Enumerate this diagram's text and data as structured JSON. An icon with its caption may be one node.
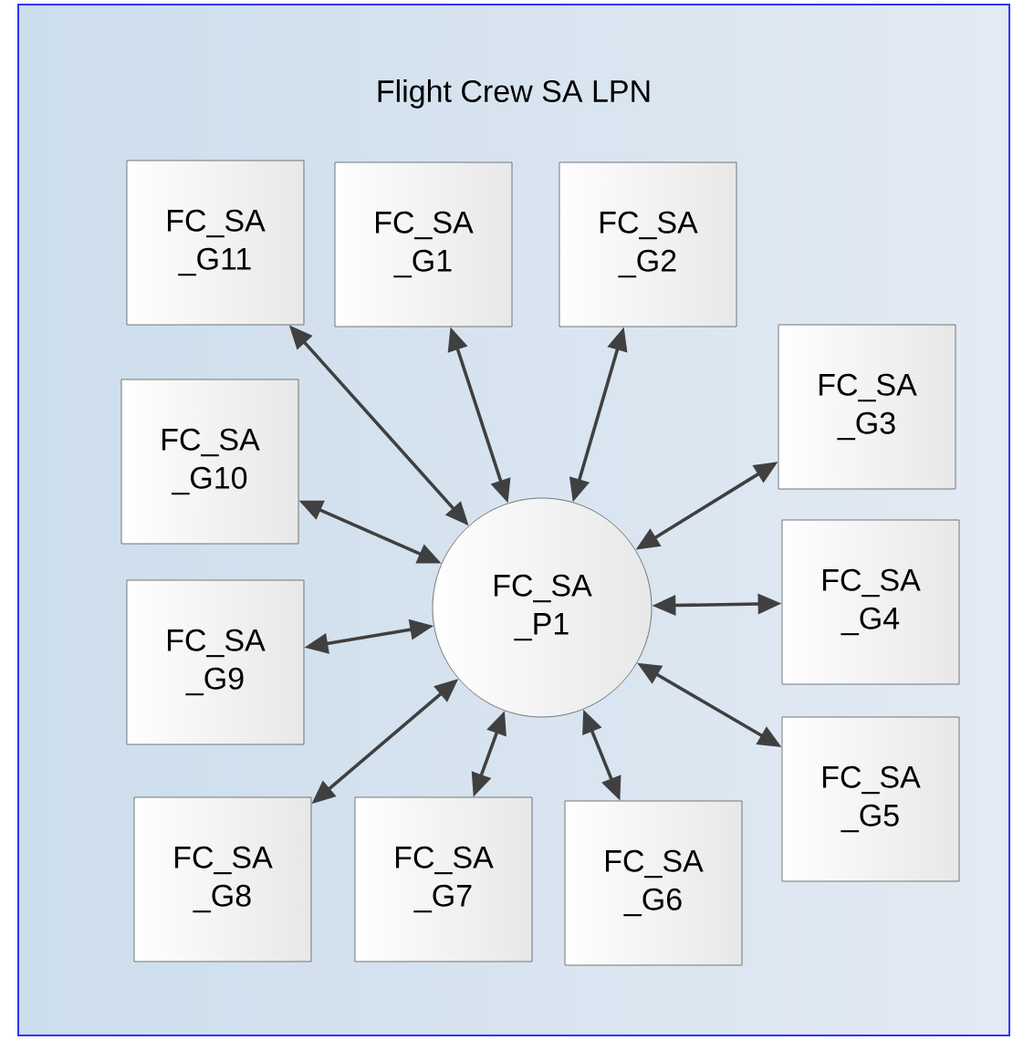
{
  "diagram": {
    "nodes": [
      {
        "text": [
          "Flight Crew SA LPN"
        ]
      },
      {
        "text": [
          "FC_SA _G11"
        ],
        "in": 0
      },
      {
        "text": [
          "FC_SA _G1"
        ],
        "in": 0
      },
      {
        "text": [
          "FC_SA _G2"
        ],
        "in": 0
      },
      {
        "text": [
          "FC_SA _G3"
        ],
        "in": 0
      },
      {
        "text": [
          "FC_SA _G10"
        ],
        "in": 0
      },
      {
        "text": [
          "FC_SA _P1"
        ],
        "in": 0
      },
      {
        "text": [
          "FC_SA _G4"
        ],
        "in": 0
      },
      {
        "text": [
          "FC_SA _G9"
        ],
        "in": 0
      },
      {
        "text": [
          "FC_SA _G5"
        ],
        "in": 0
      },
      {
        "text": [
          "FC_SA _G8"
        ],
        "in": 0
      },
      {
        "text": [
          "FC_SA _G7"
        ],
        "in": 0
      },
      {
        "text": [
          "FC_SA _G6"
        ],
        "in": 0
      }
    ],
    "edges": [
      {
        "from": 6,
        "to": 1,
        "arrow": "both"
      },
      {
        "from": 6,
        "to": 2,
        "arrow": "both"
      },
      {
        "from": 6,
        "to": 3,
        "arrow": "both"
      },
      {
        "from": 6,
        "to": 4,
        "arrow": "both"
      },
      {
        "from": 6,
        "to": 5,
        "arrow": "both"
      },
      {
        "from": 6,
        "to": 7,
        "arrow": "both"
      },
      {
        "from": 6,
        "to": 8,
        "arrow": "both"
      },
      {
        "from": 6,
        "to": 9,
        "arrow": "both"
      },
      {
        "from": 6,
        "to": 10,
        "arrow": "both"
      },
      {
        "from": 6,
        "to": 11,
        "arrow": "both"
      },
      {
        "from": 6,
        "to": 12,
        "arrow": "both"
      }
    ]
  }
}
